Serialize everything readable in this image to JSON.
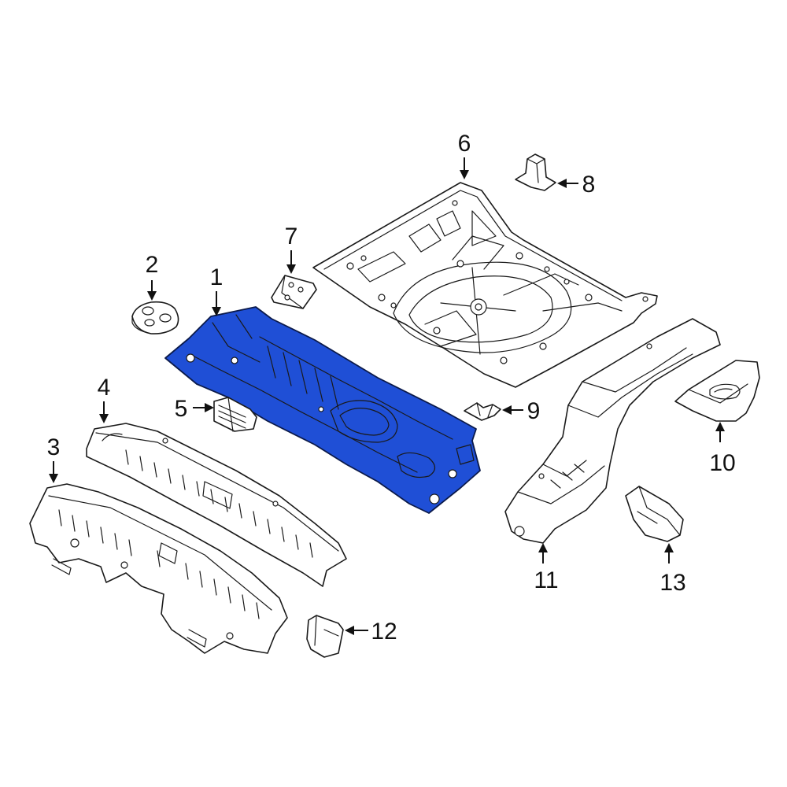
{
  "highlight_color": "#1f4fd6",
  "line_color": "#1a1a1a",
  "callouts": [
    {
      "number": "1"
    },
    {
      "number": "2"
    },
    {
      "number": "3"
    },
    {
      "number": "4"
    },
    {
      "number": "5"
    },
    {
      "number": "6"
    },
    {
      "number": "7"
    },
    {
      "number": "8"
    },
    {
      "number": "9"
    },
    {
      "number": "10"
    },
    {
      "number": "11"
    },
    {
      "number": "12"
    },
    {
      "number": "13"
    }
  ]
}
